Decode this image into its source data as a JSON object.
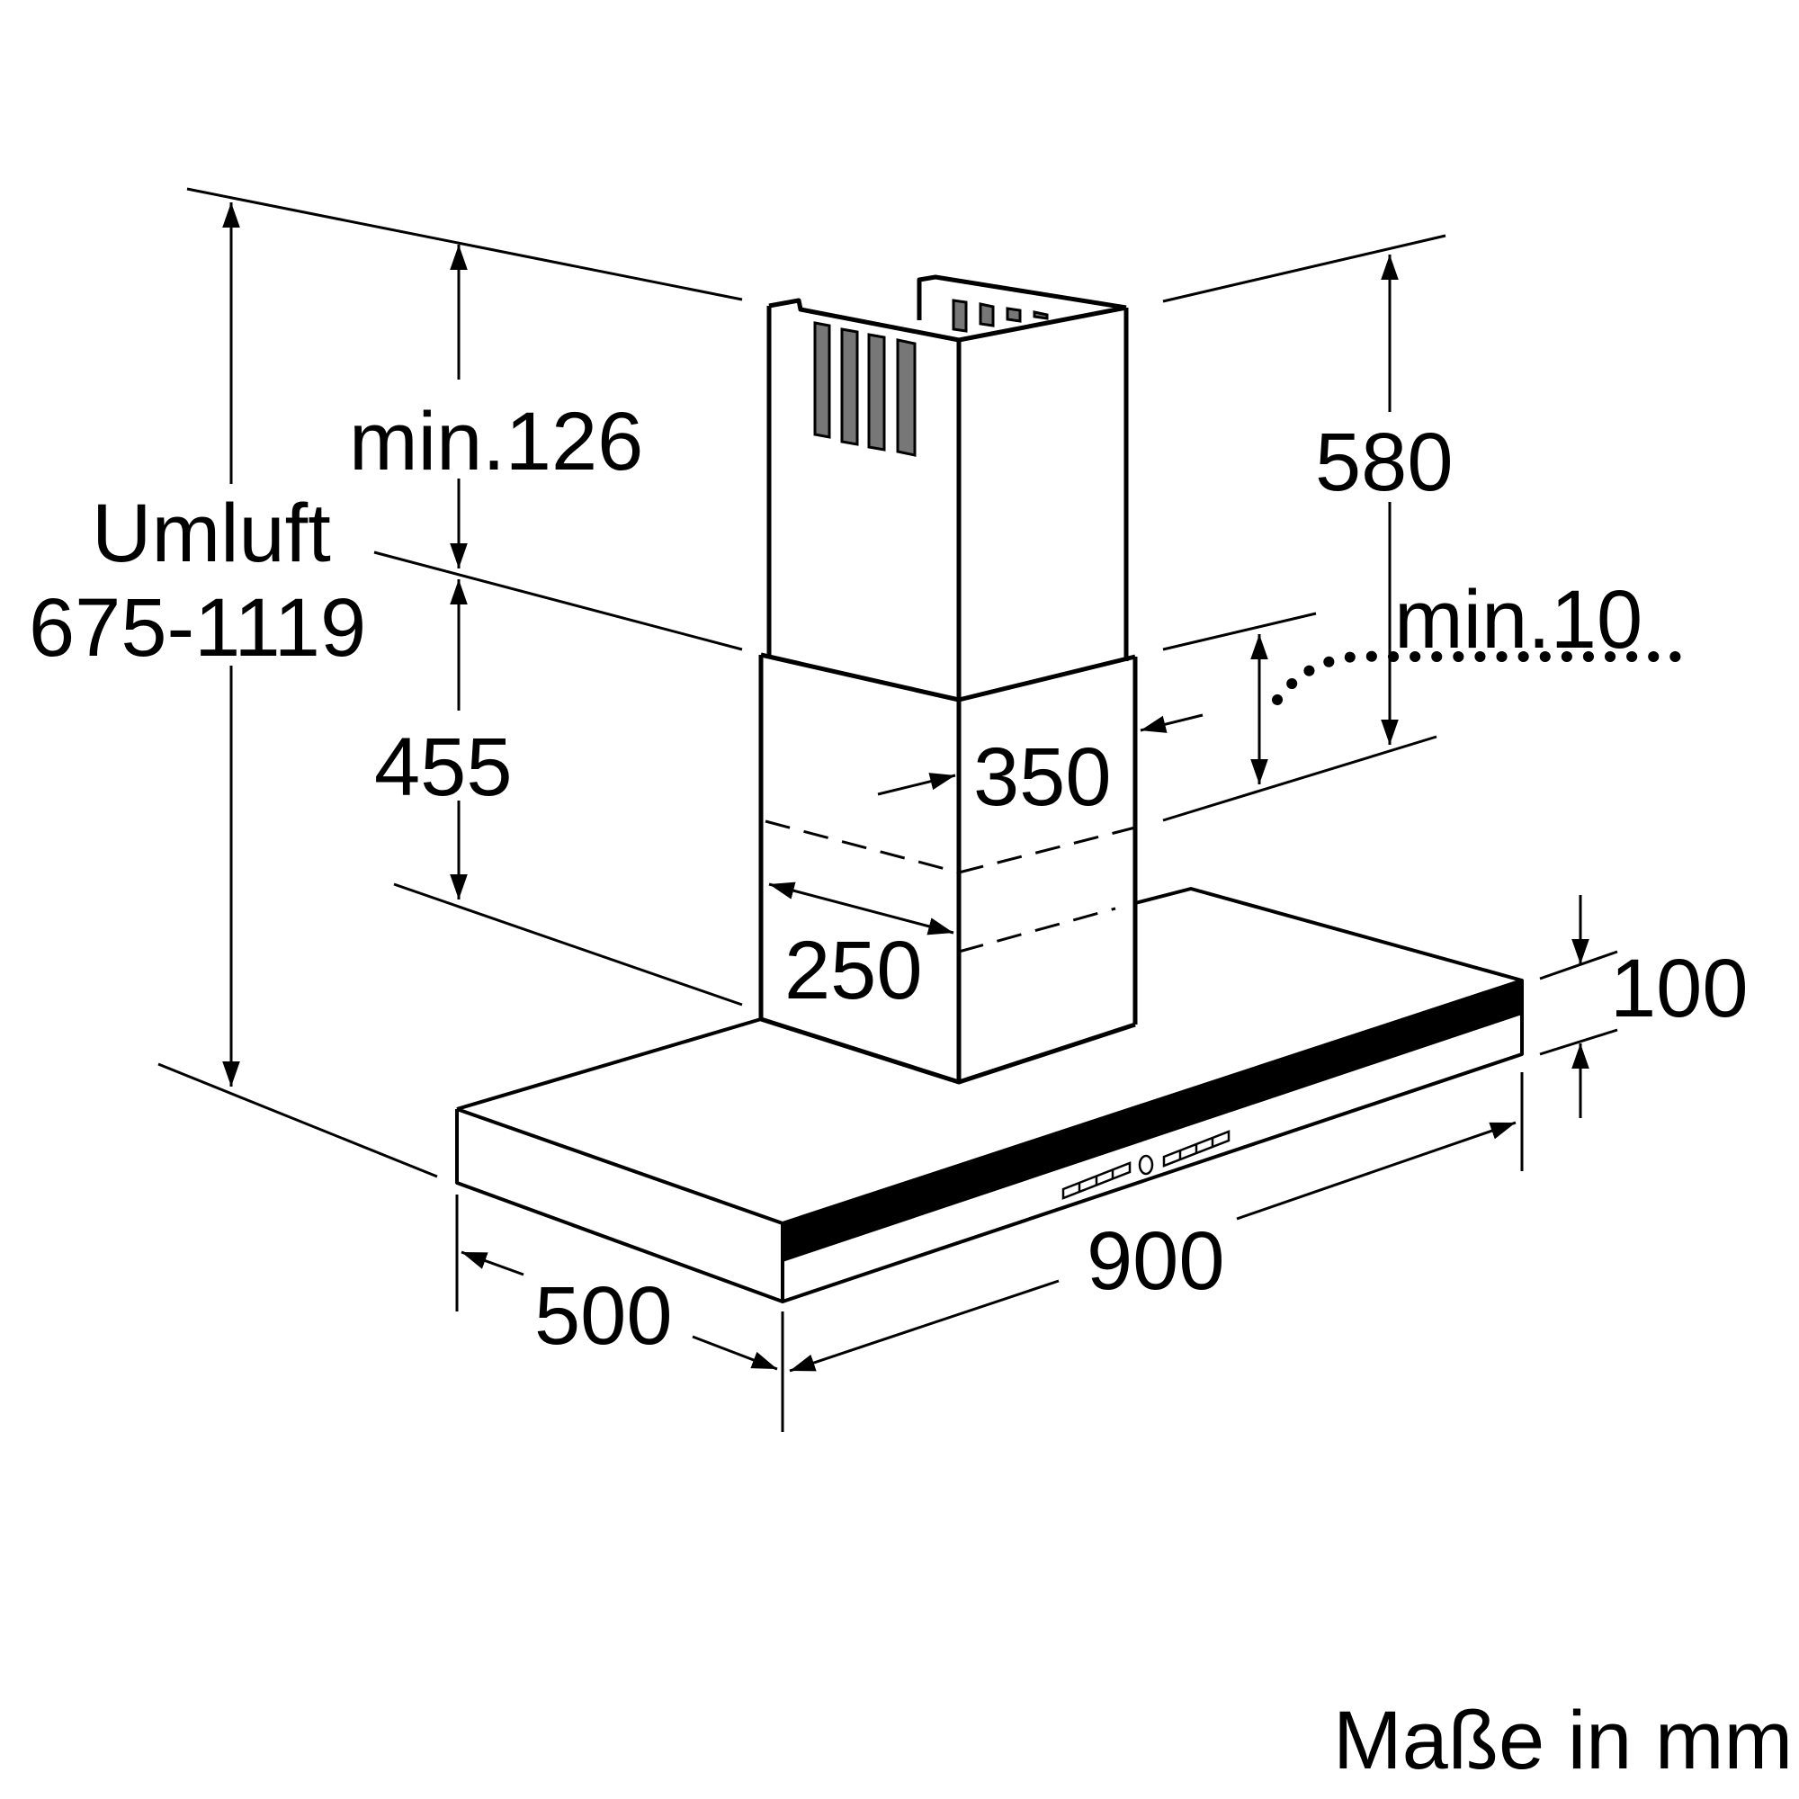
{
  "labels": {
    "min_126": "min.126",
    "umluft": "Umluft",
    "umluft_range": "675-1119",
    "d455": "455",
    "d580": "580",
    "min_10": "min.10",
    "d350": "350",
    "d250": "250",
    "d100": "100",
    "d900": "900",
    "d500": "500",
    "units": "Maße in mm"
  },
  "colors": {
    "line": "#000000",
    "vent": "#777777",
    "background": "#ffffff"
  }
}
